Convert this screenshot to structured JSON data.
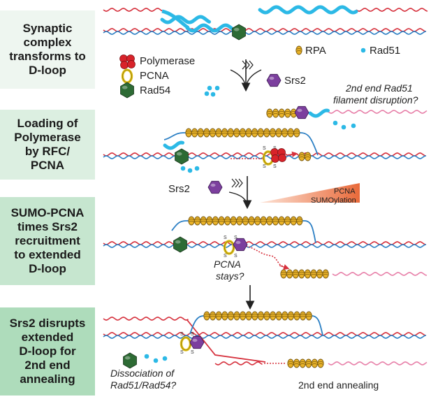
{
  "steps": [
    {
      "label": "Synaptic\ncomplex\ntransforms to\nD-loop",
      "color": "#eef6f0"
    },
    {
      "label": "Loading of\nPolymerase\nby RFC/\nPCNA",
      "color": "#dcefe1"
    },
    {
      "label": "SUMO-PCNA\ntimes Srs2\nrecruitment\nto extended\nD-loop",
      "color": "#c6e6cf"
    },
    {
      "label": "Srs2 disrupts\nextended\nD-loop for\n2nd end\nannealing",
      "color": "#aedcbb"
    }
  ],
  "legend": {
    "polymerase": "Polymerase",
    "pcna": "PCNA",
    "rad54": "Rad54",
    "rpa": "RPA",
    "rad51": "Rad51",
    "srs2": "Srs2"
  },
  "annotations": {
    "second_end_q_1": "2nd end Rad51",
    "second_end_q_2": "filament disruption?",
    "srs2_step2": "Srs2",
    "sumo_1": "PCNA",
    "sumo_2": "SUMOylation",
    "pcna_stays_1": "PCNA",
    "pcna_stays_2": "stays?",
    "dissoc_1": "Dissociation of",
    "dissoc_2": "Rad51/Rad54?",
    "annealing": "2nd end annealing",
    "sumo_mark": "S"
  },
  "colors": {
    "dna_red": "#d6303c",
    "dna_blue": "#2b7fc4",
    "dna_pink": "#e77fa8",
    "rad51": "#2cb9e6",
    "rpa": "#e8b228",
    "rad54": "#2d6b34",
    "srs2": "#7c3f9e",
    "polymerase": "#d8232a",
    "pcna": "#e3c21a",
    "sumo_fill": "#f08a5d"
  }
}
